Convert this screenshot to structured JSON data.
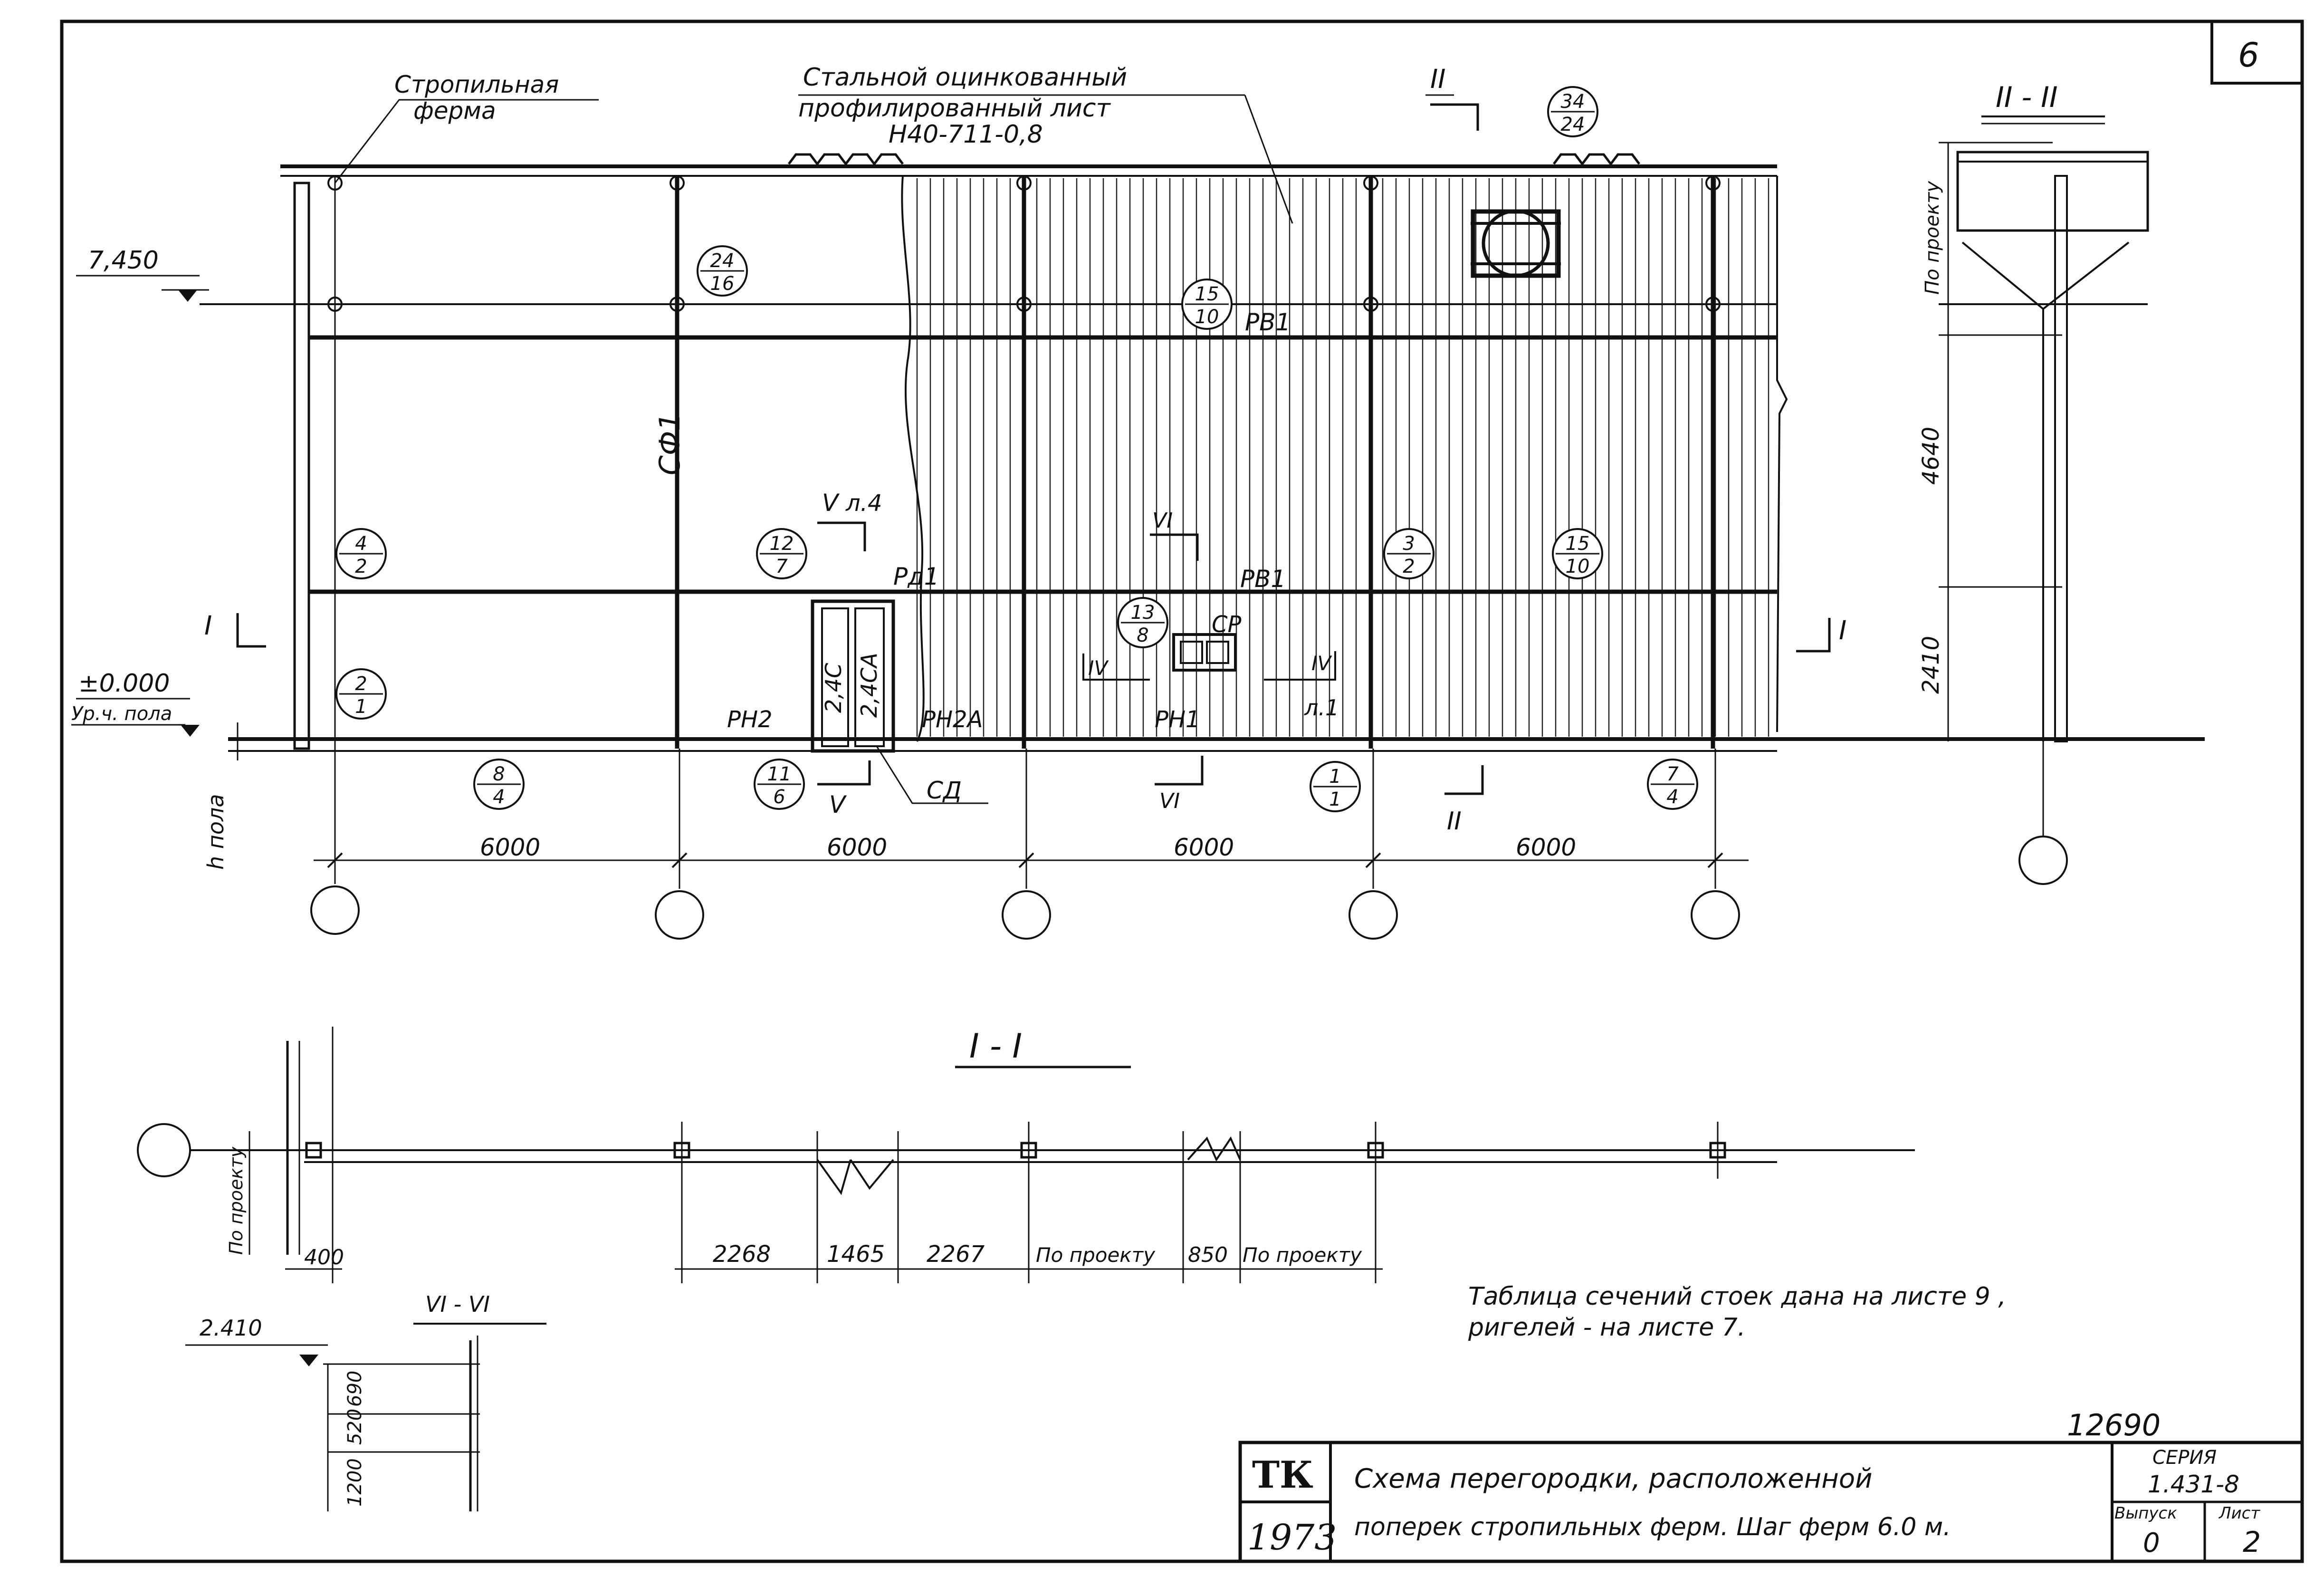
{
  "sheet": {
    "number": "6",
    "archive_number": "12690"
  },
  "labels": {
    "truss": [
      "Стропильная",
      "ферма"
    ],
    "sheeting": [
      "Стальной оцинкованный",
      "профилированный лист",
      "Н40-711-0,8"
    ],
    "elev_top": "7,450",
    "elev_zero": "±0.000",
    "floor_level": "Ур.ч. пола",
    "floor_h": "h пола",
    "column_sf": "СФ1",
    "rb1": "РВ1",
    "rv1": "РВ1",
    "rg1": "Рд1",
    "rn2": "РН2",
    "rn2a": "РН2А",
    "rn1": "РН1",
    "door_1": "2,4С",
    "door_2": "2,4СА",
    "door_code": "СД",
    "window_code": "СР",
    "ref_v": "л.4",
    "ref_iv": "л.1",
    "po_proektu": "По проекту",
    "dim_4640": "4640",
    "dim_2410": "2410"
  },
  "callouts": [
    {
      "top": "34",
      "bottom": "24"
    },
    {
      "top": "24",
      "bottom": "16"
    },
    {
      "top": "15",
      "bottom": "10"
    },
    {
      "top": "4",
      "bottom": "2"
    },
    {
      "top": "12",
      "bottom": "7"
    },
    {
      "top": "13",
      "bottom": "8"
    },
    {
      "top": "3",
      "bottom": "2"
    },
    {
      "top": "15",
      "bottom": "10"
    },
    {
      "top": "2",
      "bottom": "1"
    },
    {
      "top": "8",
      "bottom": "4"
    },
    {
      "top": "11",
      "bottom": "6"
    },
    {
      "top": "1",
      "bottom": "1"
    },
    {
      "top": "7",
      "bottom": "4"
    }
  ],
  "section_marks": {
    "I": "I",
    "II": "II",
    "IV": "IV",
    "V": "V",
    "VI": "VI"
  },
  "section_titles": {
    "s1": "I - I",
    "s2": "II - II",
    "s6": "VI - VI"
  },
  "spans": [
    "6000",
    "6000",
    "6000",
    "6000"
  ],
  "plan_dims": [
    "400",
    "2268",
    "1465",
    "2267",
    "По проекту",
    "850",
    "По проекту"
  ],
  "detail": {
    "elev": "2.410",
    "dims": [
      "690",
      "520",
      "1200"
    ]
  },
  "note": [
    "Таблица сечений стоек дана на листе 9 ,",
    "ригелей - на листе 7."
  ],
  "title_block": {
    "org": "ТК",
    "year": "1973",
    "title": [
      "Схема перегородки, расположенной",
      "поперек стропильных ферм. Шаг ферм 6.0 м."
    ],
    "series_label": "СЕРИЯ",
    "series": "1.431-8",
    "issue_label": "Выпуск",
    "issue": "0",
    "sheet_label": "Лист",
    "sheet": "2"
  }
}
